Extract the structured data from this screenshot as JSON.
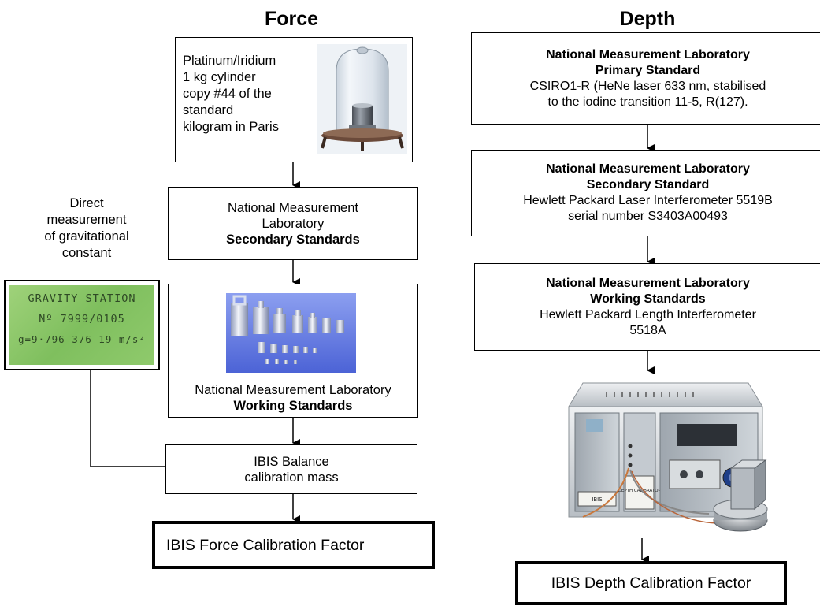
{
  "headings": {
    "force": "Force",
    "depth": "Depth"
  },
  "force": {
    "kilogram": {
      "lines": [
        "Platinum/Iridium",
        "1 kg cylinder",
        "copy #44 of the",
        "standard",
        "kilogram in Paris"
      ]
    },
    "secondary": {
      "line1": "National Measurement",
      "line2": "Laboratory",
      "bold": "Secondary Standards"
    },
    "working": {
      "line1": "National Measurement Laboratory",
      "bold": "Working Standards"
    },
    "ibis_mass": {
      "line1": "IBIS Balance",
      "line2": "calibration mass"
    },
    "result": "IBIS Force Calibration Factor",
    "gravity_caption": [
      "Direct",
      "measurement",
      "of gravitational",
      "constant"
    ],
    "gravity_sign": {
      "line1": "GRAVITY  STATION",
      "line2": "Nº 7999/0105",
      "line3": "g=9·796 376 19 m/s²"
    }
  },
  "depth": {
    "primary": {
      "bold1": "National Measurement Laboratory",
      "bold2": "Primary Standard",
      "line1": "CSIRO1-R (HeNe laser 633 nm, stabilised",
      "line2": "to the iodine transition 11-5, R(127)."
    },
    "secondary": {
      "bold1": "National Measurement Laboratory",
      "bold2": "Secondary Standard",
      "line1": "Hewlett Packard Laser Interferometer 5519B",
      "line2": "serial number S3403A00493"
    },
    "working": {
      "bold1": "National Measurement Laboratory",
      "bold2": "Working Standards",
      "line1": "Hewlett Packard Length Interferometer",
      "line2": "5518A"
    },
    "device_label": "DEPTH CALIBRATOR",
    "result": "IBIS Depth Calibration Factor"
  }
}
